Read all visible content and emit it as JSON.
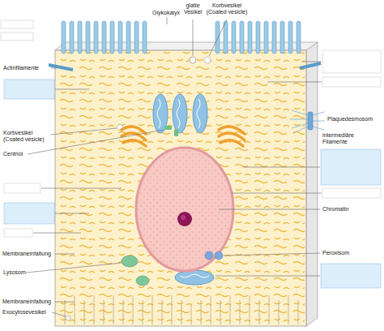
{
  "diagram": {
    "labels": [
      "Glykokalyx",
      "glatte Vesikel",
      "Korbvesikel (Coated vesicle)",
      "Actinfilamente",
      "Plaquedesmosom",
      "Korbvesikel (Coated vesicle)",
      "intermediäre Filamente",
      "Centriol",
      "Chromatin",
      "Peroxisom",
      "Membraneinfaltung",
      "Lysosom",
      "Membraneinfaltung",
      "Exocytosevesikel"
    ]
  }
}
